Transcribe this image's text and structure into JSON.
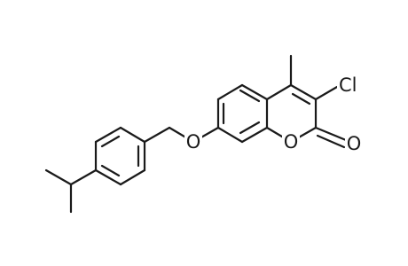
{
  "figure": {
    "kind": "chemical-structure",
    "atom_labels": {
      "cl": "Cl",
      "ether_oxygen": "O",
      "ring_oxygen": "O",
      "carbonyl_oxygen": "O"
    },
    "ink_color": "#1a1a1a",
    "background_color": "#ffffff"
  }
}
